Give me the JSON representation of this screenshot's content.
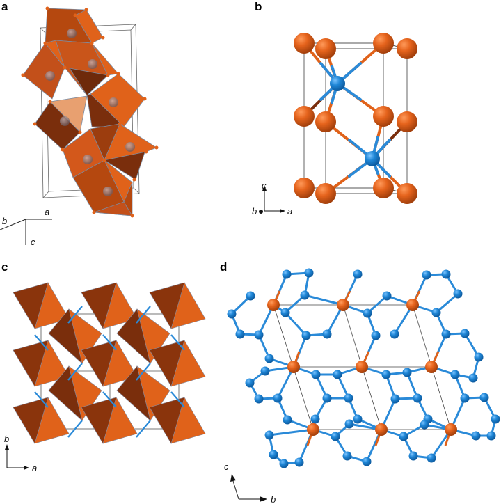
{
  "figure": {
    "panels": [
      {
        "id": "a",
        "label": "a",
        "description": "Polyhedral view of crystal structure with edge-sharing octahedra inside unit cell",
        "axes": {
          "labels": [
            "b",
            "a",
            "c"
          ]
        }
      },
      {
        "id": "b",
        "label": "b",
        "description": "Ball-and-stick unit cell: orange atoms at corners and mid-faces, two blue atoms bonded to orange",
        "axes": {
          "labels": [
            "c",
            "b",
            "a"
          ]
        }
      },
      {
        "id": "c",
        "label": "c",
        "description": "Polyhedral view along c showing corner-sharing octahedra linked by blue bonds",
        "axes": {
          "labels": [
            "b",
            "a"
          ]
        }
      },
      {
        "id": "d",
        "label": "d",
        "description": "Ball-and-stick layer: orange atoms in rhombic lattice surrounded by hexagonal rings of blue atoms",
        "axes": {
          "labels": [
            "c",
            "b"
          ]
        }
      }
    ],
    "colors": {
      "orange_atom": "#e0621a",
      "orange_dark": "#7a2e0c",
      "orange_mid": "#b5480f",
      "blue_atom": "#1f86d6",
      "blue_bond": "#2a8ad8",
      "cell_line": "#555555"
    }
  }
}
